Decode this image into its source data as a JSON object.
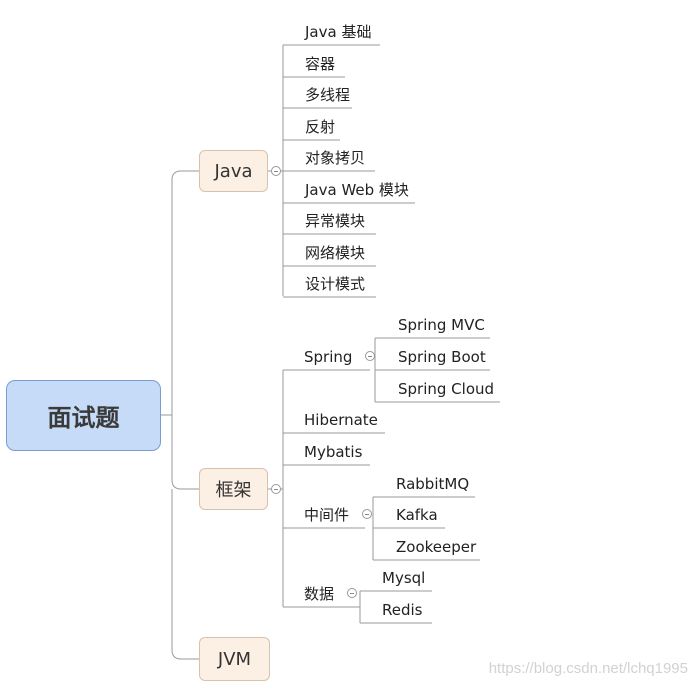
{
  "root": {
    "label": "面试题"
  },
  "branches": [
    {
      "label": "Java",
      "children": [
        "Java 基础",
        "容器",
        "多线程",
        "反射",
        "对象拷贝",
        "Java Web 模块",
        "异常模块",
        "网络模块",
        "设计模式"
      ]
    },
    {
      "label": "框架",
      "groups": [
        {
          "label": "Spring",
          "children": [
            "Spring MVC",
            "Spring Boot",
            "Spring Cloud"
          ]
        },
        {
          "label": "Hibernate",
          "children": []
        },
        {
          "label": "Mybatis",
          "children": []
        },
        {
          "label": "中间件",
          "children": [
            "RabbitMQ",
            "Kafka",
            "Zookeeper"
          ]
        },
        {
          "label": "数据",
          "children": [
            "Mysql",
            "Redis"
          ]
        }
      ]
    },
    {
      "label": "JVM"
    }
  ],
  "watermark": "https://blog.csdn.net/lchq1995",
  "colors": {
    "root_fill": "#c6dbf8",
    "branch_fill": "#fcefe3",
    "line": "#999999"
  }
}
